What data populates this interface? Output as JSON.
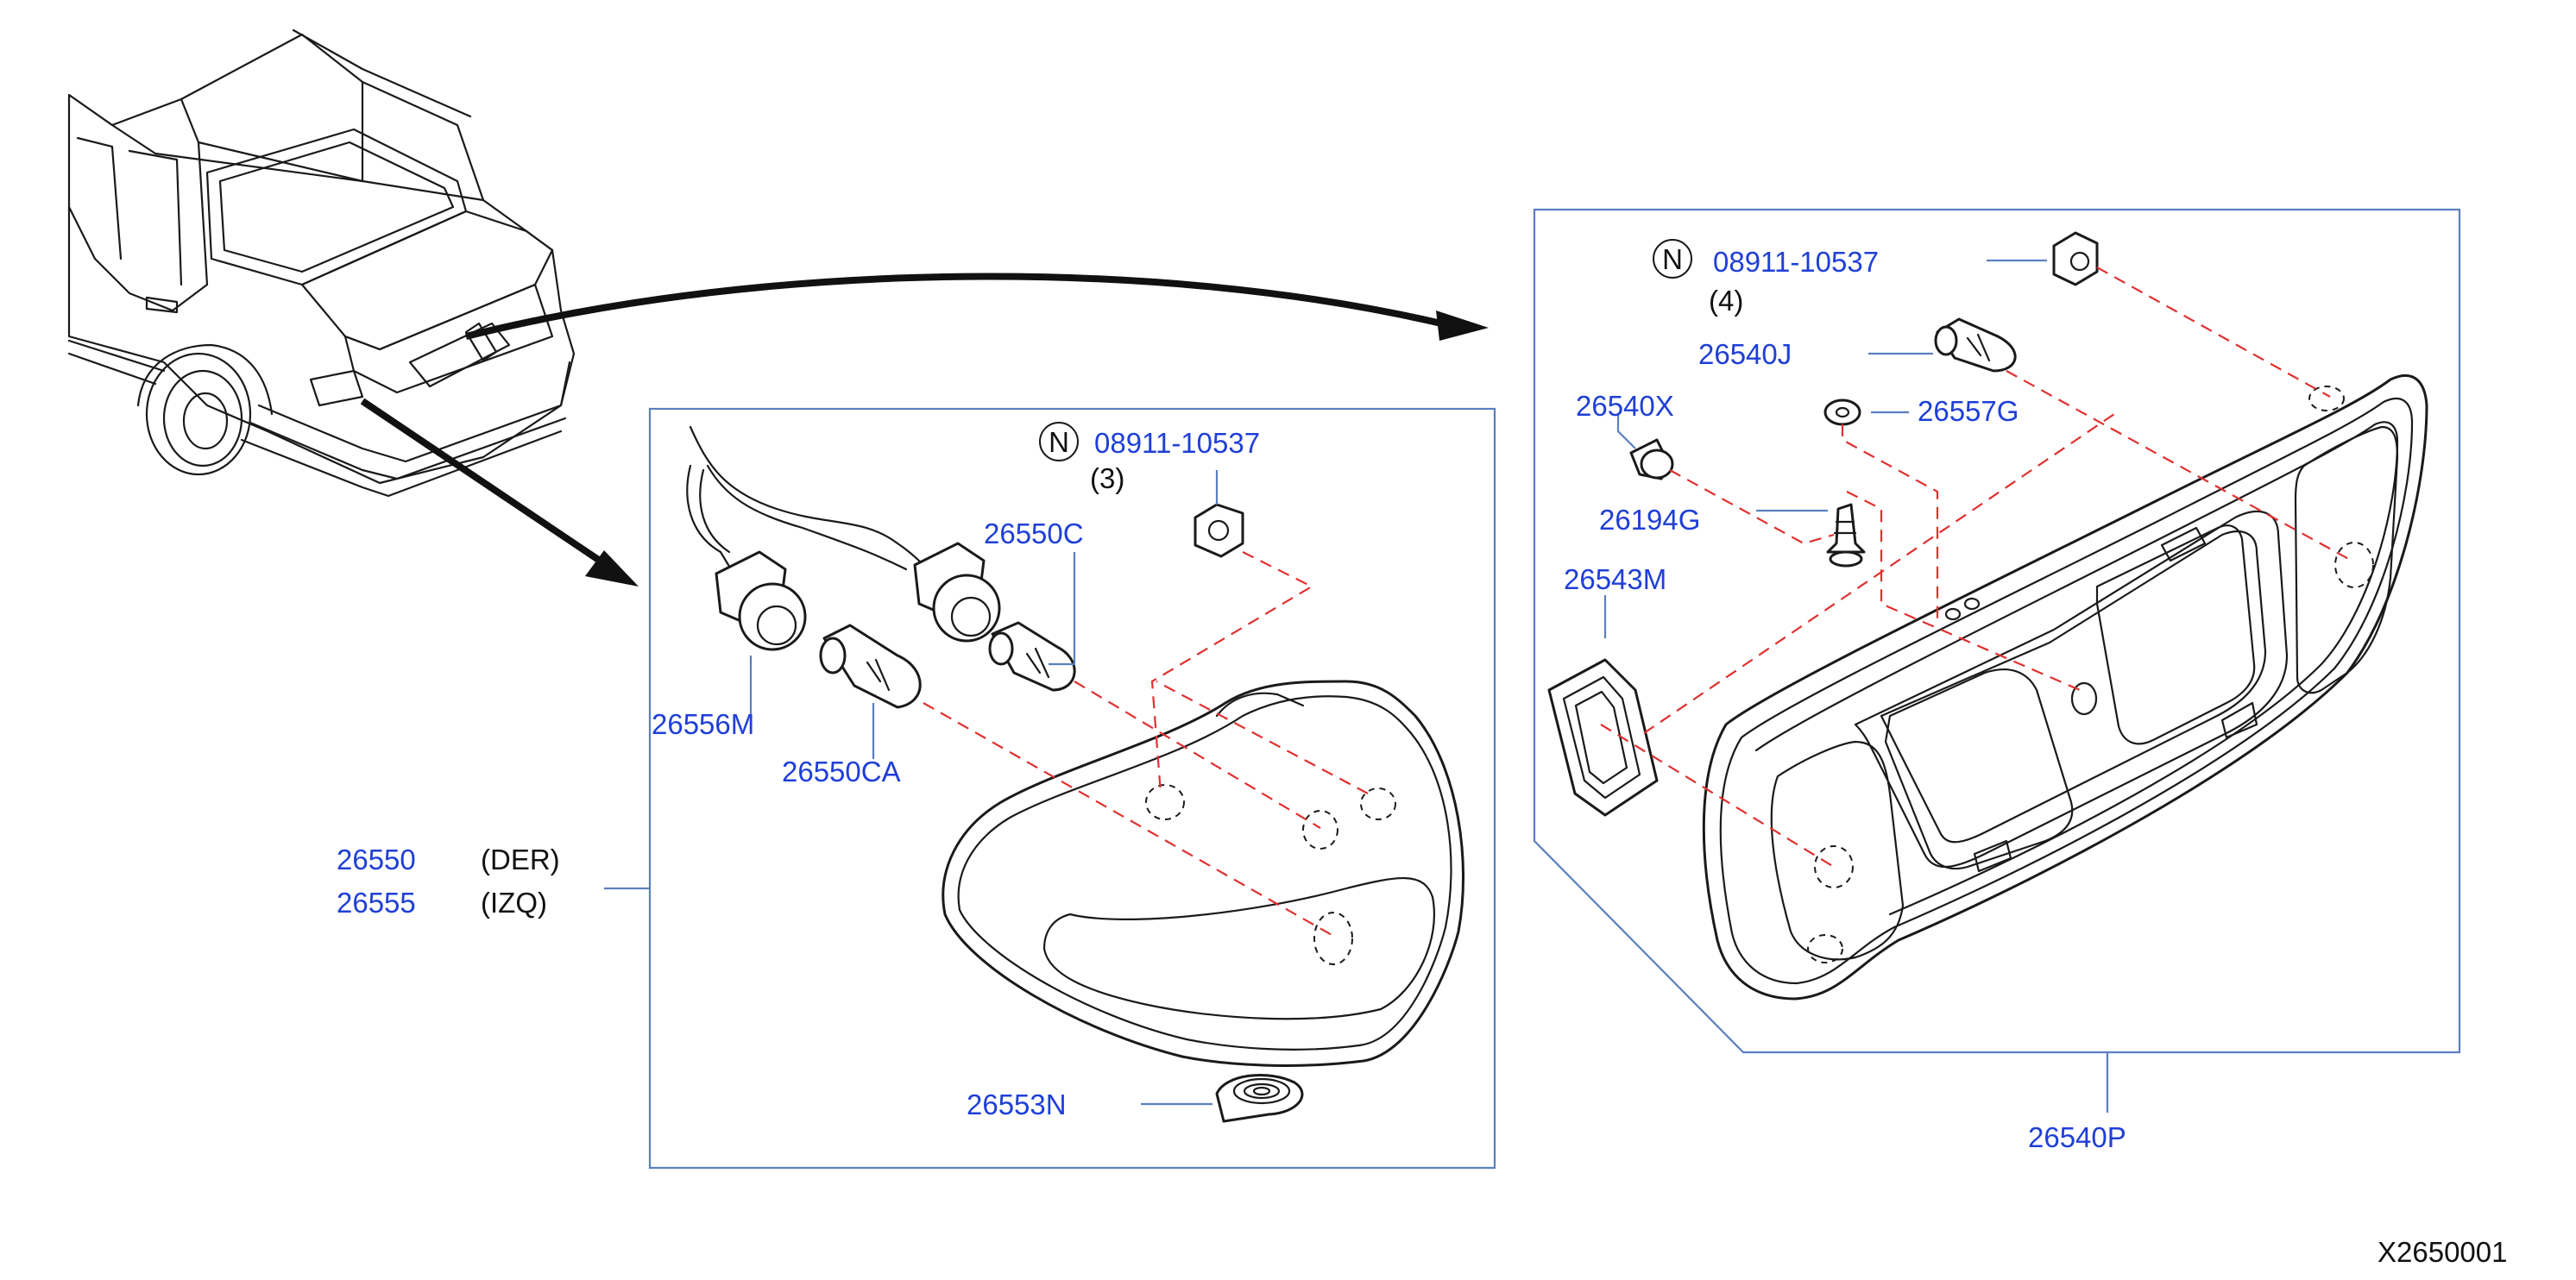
{
  "labels": {
    "left_nut_part": "08911-10537",
    "left_nut_qty": "(3)",
    "left_nut_badge": "N",
    "bulb_26550c": "26550C",
    "socket_26556m": "26556M",
    "bulb_26550ca": "26550CA",
    "assy_right_code": "26550",
    "assy_right_side": "(DER)",
    "assy_left_code": "26555",
    "assy_left_side": "(IZQ)",
    "sealant_26553n": "26553N",
    "right_nut_part": "08911-10537",
    "right_nut_qty": "(4)",
    "right_nut_badge": "N",
    "bulb_26540j": "26540J",
    "clip_26540x": "26540X",
    "grommet_26557g": "26557G",
    "clip_26194g": "26194G",
    "gasket_26543m": "26543M",
    "assy_26540p": "26540P",
    "diagram_code": "X2650001"
  },
  "colors": {
    "part_number": "#1f3fd6",
    "frame": "#5b7fc0",
    "dashed_link": "#e03030"
  }
}
